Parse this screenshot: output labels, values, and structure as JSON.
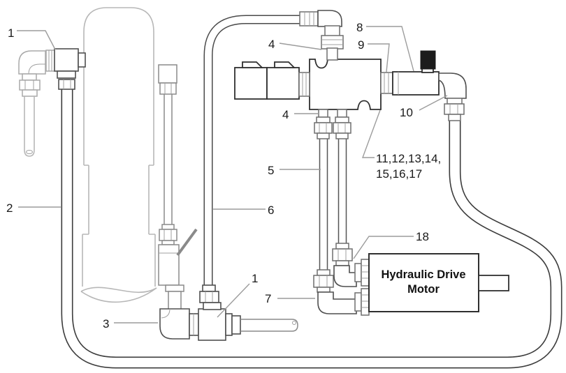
{
  "figure": {
    "background": "#ffffff",
    "colors": {
      "line_dark": "#2f2f2f",
      "line_medium": "#6e6e6e",
      "line_light": "#b7b7b7",
      "leader": "#9c9c9c",
      "text": "#1a1a1a",
      "knob_fill": "#1c1c1c"
    }
  },
  "motor": {
    "line1": "Hydraulic Drive",
    "line2": "Motor"
  },
  "callouts": {
    "c1_top": "1",
    "c2": "2",
    "c3": "3",
    "c4_top": "4",
    "c4_bottom": "4",
    "c5": "5",
    "c6": "6",
    "c7": "7",
    "c8": "8",
    "c9": "9",
    "c10": "10",
    "c11_17_line1": "11,12,13,14,",
    "c11_17_line2": "15,16,17",
    "c18": "18",
    "c1_bottom": "1"
  }
}
